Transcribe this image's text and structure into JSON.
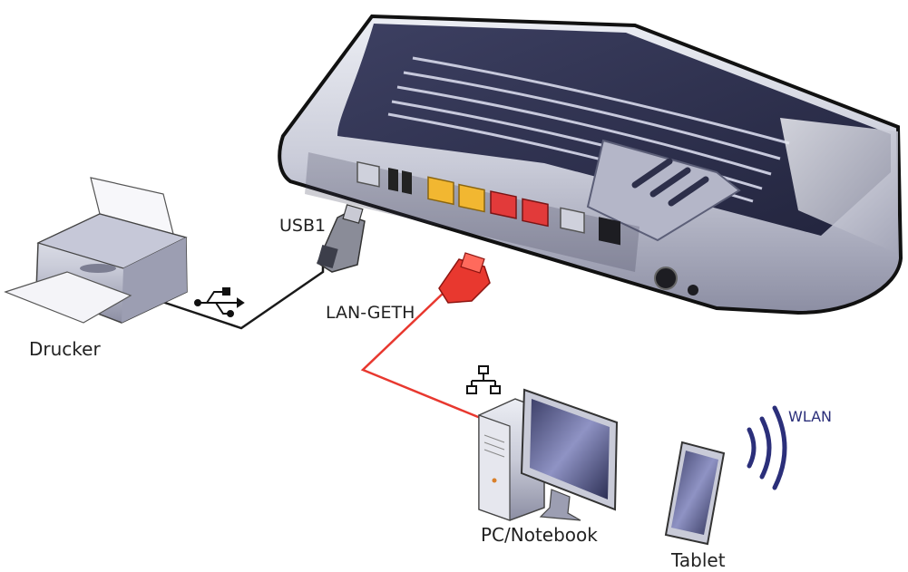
{
  "labels": {
    "usb": "USB1",
    "lan": "LAN-GETH",
    "printer": "Drucker",
    "pc": "PC/Notebook",
    "tablet": "Tablet",
    "wlan": "WLAN"
  },
  "icons": {
    "usb_symbol": "usb-icon",
    "network_symbol": "network-icon",
    "wifi_symbol": "wifi-icon"
  },
  "colors": {
    "router_dark": "#2a2c4a",
    "router_light": "#d7d8e2",
    "lan_cable": "#e8382f",
    "lan_port_yellow": "#f2b731",
    "lan_port_red": "#e23a3a",
    "wlan_text": "#2b2f7a"
  }
}
